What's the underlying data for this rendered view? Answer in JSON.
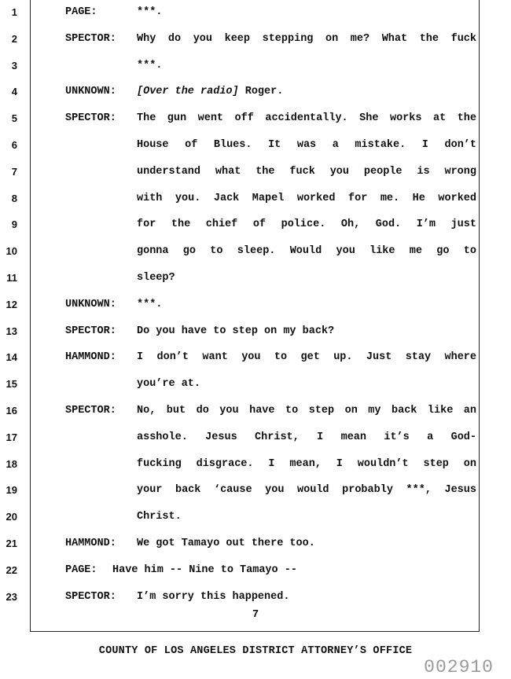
{
  "transcript": {
    "lines": [
      {
        "num": "1",
        "speaker": "PAGE:",
        "text": "***.",
        "justify": false
      },
      {
        "num": "2",
        "speaker": "SPECTOR:",
        "text": "Why do you keep stepping on me?  What the fuck",
        "justify": true
      },
      {
        "num": "3",
        "speaker": "",
        "text": "***.",
        "justify": false
      },
      {
        "num": "4",
        "speaker": "UNKNOWN:",
        "italic": "[Over the radio]",
        "text": "Roger.",
        "justify": false
      },
      {
        "num": "5",
        "speaker": "SPECTOR:",
        "text": "The gun went off accidentally. She works at the",
        "justify": true
      },
      {
        "num": "6",
        "speaker": "",
        "text": "House of Blues.  It was a mistake.  I don’t",
        "justify": true
      },
      {
        "num": "7",
        "speaker": "",
        "text": "understand what the fuck you people is wrong",
        "justify": true
      },
      {
        "num": "8",
        "speaker": "",
        "text": "with you. Jack Mapel worked for me.  He worked",
        "justify": true
      },
      {
        "num": "9",
        "speaker": "",
        "text": "for the chief of police.  Oh, God.  I’m just",
        "justify": true
      },
      {
        "num": "10",
        "speaker": "",
        "text": "gonna go to sleep.  Would you like me go to",
        "justify": true
      },
      {
        "num": "11",
        "speaker": "",
        "text": "sleep?",
        "justify": false
      },
      {
        "num": "12",
        "speaker": "UNKNOWN:",
        "text": "***.",
        "justify": false
      },
      {
        "num": "13",
        "speaker": "SPECTOR:",
        "text": "Do you have to step on my back?",
        "justify": false
      },
      {
        "num": "14",
        "speaker": "HAMMOND:",
        "text": " I don’t want you to get up. Just stay where",
        "justify": true
      },
      {
        "num": "15",
        "speaker": "",
        "text": "you’re at.",
        "justify": false
      },
      {
        "num": "16",
        "speaker": "SPECTOR:",
        "text": "No, but do you have to step on my back like an",
        "justify": true
      },
      {
        "num": "17",
        "speaker": "",
        "text": "asshole.  Jesus Christ, I mean it’s a God-",
        "justify": true
      },
      {
        "num": "18",
        "speaker": "",
        "text": "fucking disgrace. I mean, I wouldn’t step on",
        "justify": true
      },
      {
        "num": "19",
        "speaker": "",
        "text": "your back ‘cause you would probably ***, Jesus",
        "justify": true
      },
      {
        "num": "20",
        "speaker": "",
        "text": "Christ.",
        "justify": false
      },
      {
        "num": "21",
        "speaker": "HAMMOND:",
        "text": "We got Tamayo out there too.",
        "justify": false
      },
      {
        "num": "22",
        "speaker": "PAGE:",
        "text": "Have him -- Nine to Tamayo --",
        "justify": false,
        "page_inline": true
      },
      {
        "num": "23",
        "speaker": "SPECTOR:",
        "text": "I’m sorry this happened.",
        "justify": false
      }
    ]
  },
  "page_number": "7",
  "footer": "COUNTY OF LOS ANGELES DISTRICT ATTORNEY’S OFFICE",
  "bates_stamp": "002910"
}
